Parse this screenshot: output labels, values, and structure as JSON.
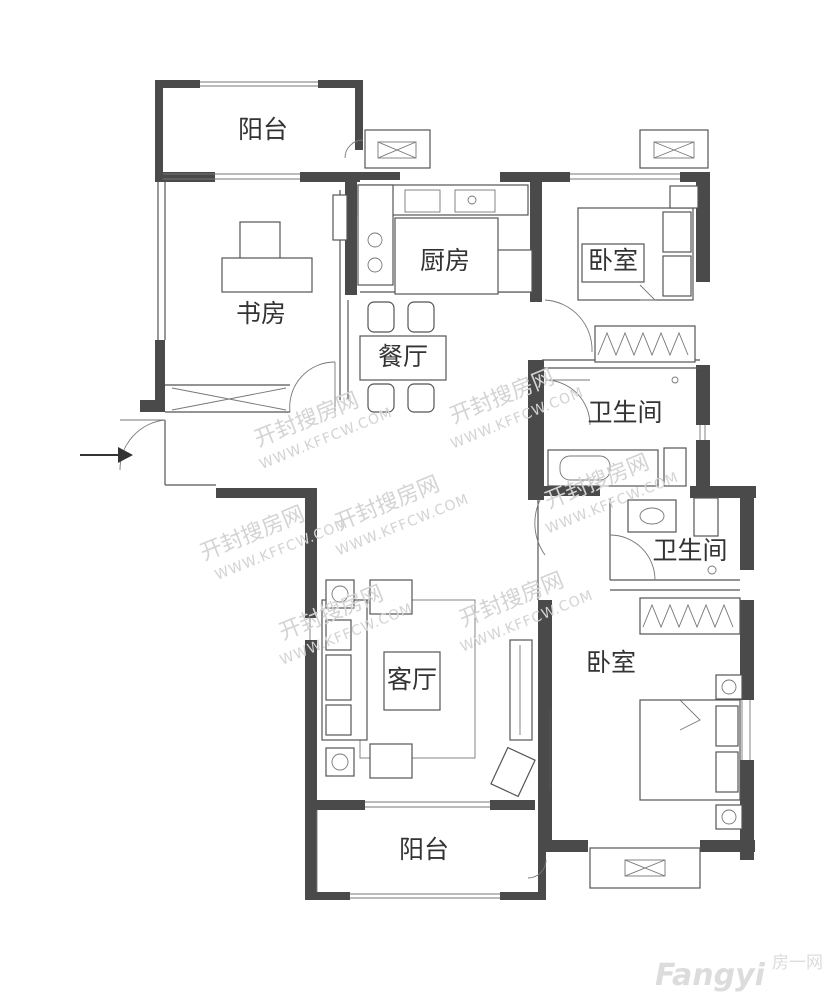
{
  "rooms": {
    "balcony_top": "阳台",
    "study": "书房",
    "kitchen": "厨房",
    "bedroom_top": "卧室",
    "dining": "餐厅",
    "bath_top": "卫生间",
    "bath_bottom": "卫生间",
    "living": "客厅",
    "bedroom_bottom": "卧室",
    "balcony_bottom": "阳台"
  },
  "watermark": {
    "cn": "开封搜房网",
    "url": "WWW.KFFCW.COM"
  },
  "brand": {
    "text": "Fangyi",
    "cn": "房一网"
  },
  "colors": {
    "wall": "#4a4a4a",
    "line": "#555555",
    "watermark": "#d3d3d3"
  }
}
